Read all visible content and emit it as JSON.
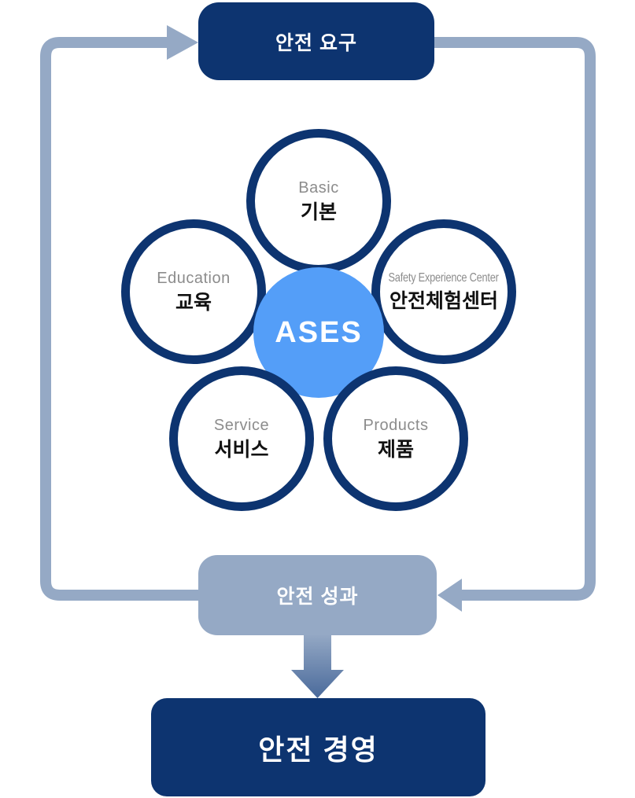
{
  "diagram_title": "ASES safety cycle diagram",
  "top_box": {
    "label": "안전 요구"
  },
  "performance_box": {
    "label": "안전 성과"
  },
  "management_box": {
    "label": "안전 경영"
  },
  "center": {
    "label": "ASES"
  },
  "petals": [
    {
      "id": "basic",
      "en": "Basic",
      "ko": "기본"
    },
    {
      "id": "education",
      "en": "Education",
      "ko": "교육"
    },
    {
      "id": "safety-experience-center",
      "en": "Safety Experience Center",
      "ko": "안전체험센터"
    },
    {
      "id": "service",
      "en": "Service",
      "ko": "서비스"
    },
    {
      "id": "products",
      "en": "Products",
      "ko": "제품"
    }
  ],
  "colors": {
    "navy": "#0D3470",
    "steel_blue": "#95A9C5",
    "center_blue": "#549EF8",
    "gradient_arrow_end": "#4A6A9B",
    "english_label_gray": "#8C8C8C",
    "korean_label_dark": "#111111"
  }
}
